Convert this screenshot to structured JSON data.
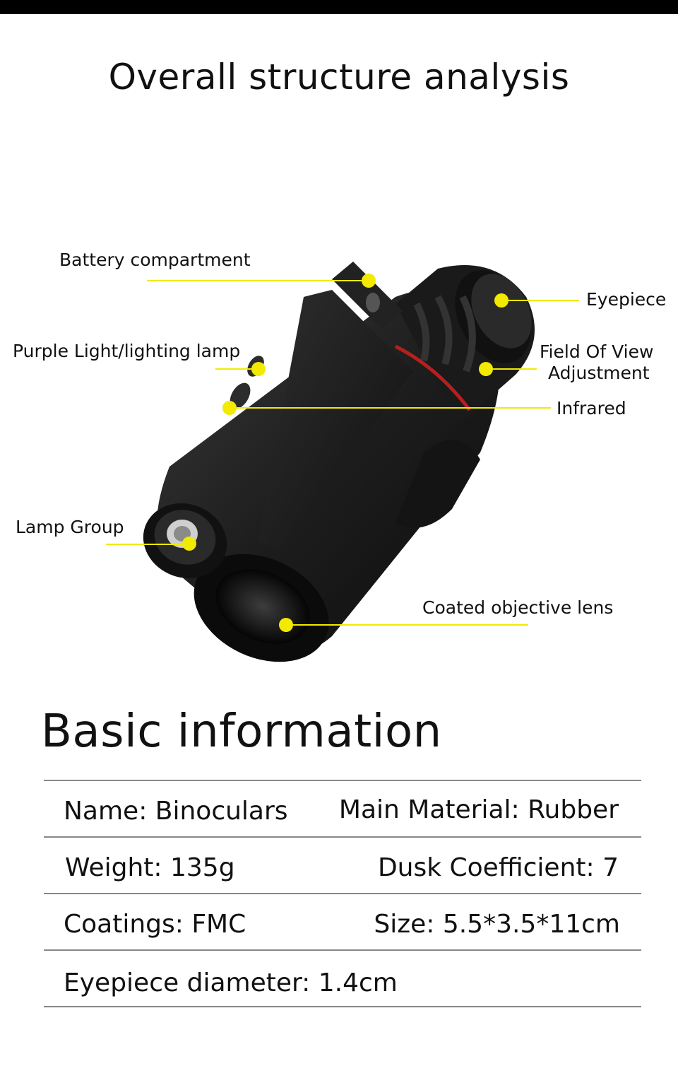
{
  "header": {
    "title": "Overall structure analysis"
  },
  "callouts": {
    "battery": "Battery compartment",
    "purple_light": "Purple Light/lighting lamp",
    "lamp_group": "Lamp Group",
    "eyepiece": "Eyepiece",
    "fov_line1": "Field Of View",
    "fov_line2": "Adjustment",
    "infrared": "Infrared",
    "objective": "Coated objective lens"
  },
  "colors": {
    "marker": "#f2ea00",
    "accent_ring": "#b81e1e",
    "body": "#1b1b1b"
  },
  "info": {
    "title": "Basic information",
    "rows": [
      {
        "left": "Name: Binoculars",
        "right": "Main Material: Rubber"
      },
      {
        "left": "Weight: 135g",
        "right": "Dusk Coefficient: 7"
      },
      {
        "left": "Coatings: FMC",
        "right": "Size: 5.5*3.5*11cm"
      },
      {
        "left": "Eyepiece diameter: 1.4cm",
        "right": ""
      }
    ]
  }
}
